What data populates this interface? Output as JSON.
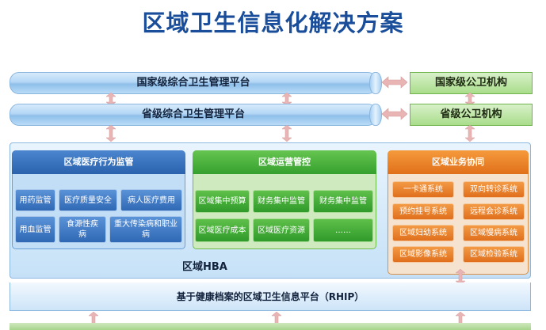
{
  "title": "区域卫生信息化解决方案",
  "national": {
    "platform": "国家级综合卫生管理平台",
    "agency": "国家级公卫机构"
  },
  "provincial": {
    "platform": "省级综合卫生管理平台",
    "agency": "省级公卫机构"
  },
  "medical_supervision": {
    "header": "区域医疗行为监管",
    "items": [
      "用药监管",
      "医疗质量安全",
      "病人医疗费用",
      "用血监管",
      "食源性疾病",
      "重大传染病和职业病"
    ]
  },
  "operations": {
    "header": "区域运营管控",
    "items": [
      "区域集中预算",
      "财务集中监管",
      "财务集中监管",
      "区域医疗成本",
      "区域医疗资源",
      "……"
    ]
  },
  "business": {
    "header": "区域业务协同",
    "items": [
      "一卡通系统",
      "双向转诊系统",
      "预约挂号系统",
      "远程会诊系统",
      "区域妇幼系统",
      "区域慢病系统",
      "区域影像系统",
      "区域检验系统"
    ]
  },
  "hba_label": "区域HBA",
  "rhip_label": "基于健康档案的区域卫生信息平台（RHIP）",
  "colors": {
    "title": "#1a4e9a",
    "blue": "#2f68b4",
    "green": "#35a02e",
    "orange": "#e0701a",
    "arrow": "#e8b4b4"
  }
}
